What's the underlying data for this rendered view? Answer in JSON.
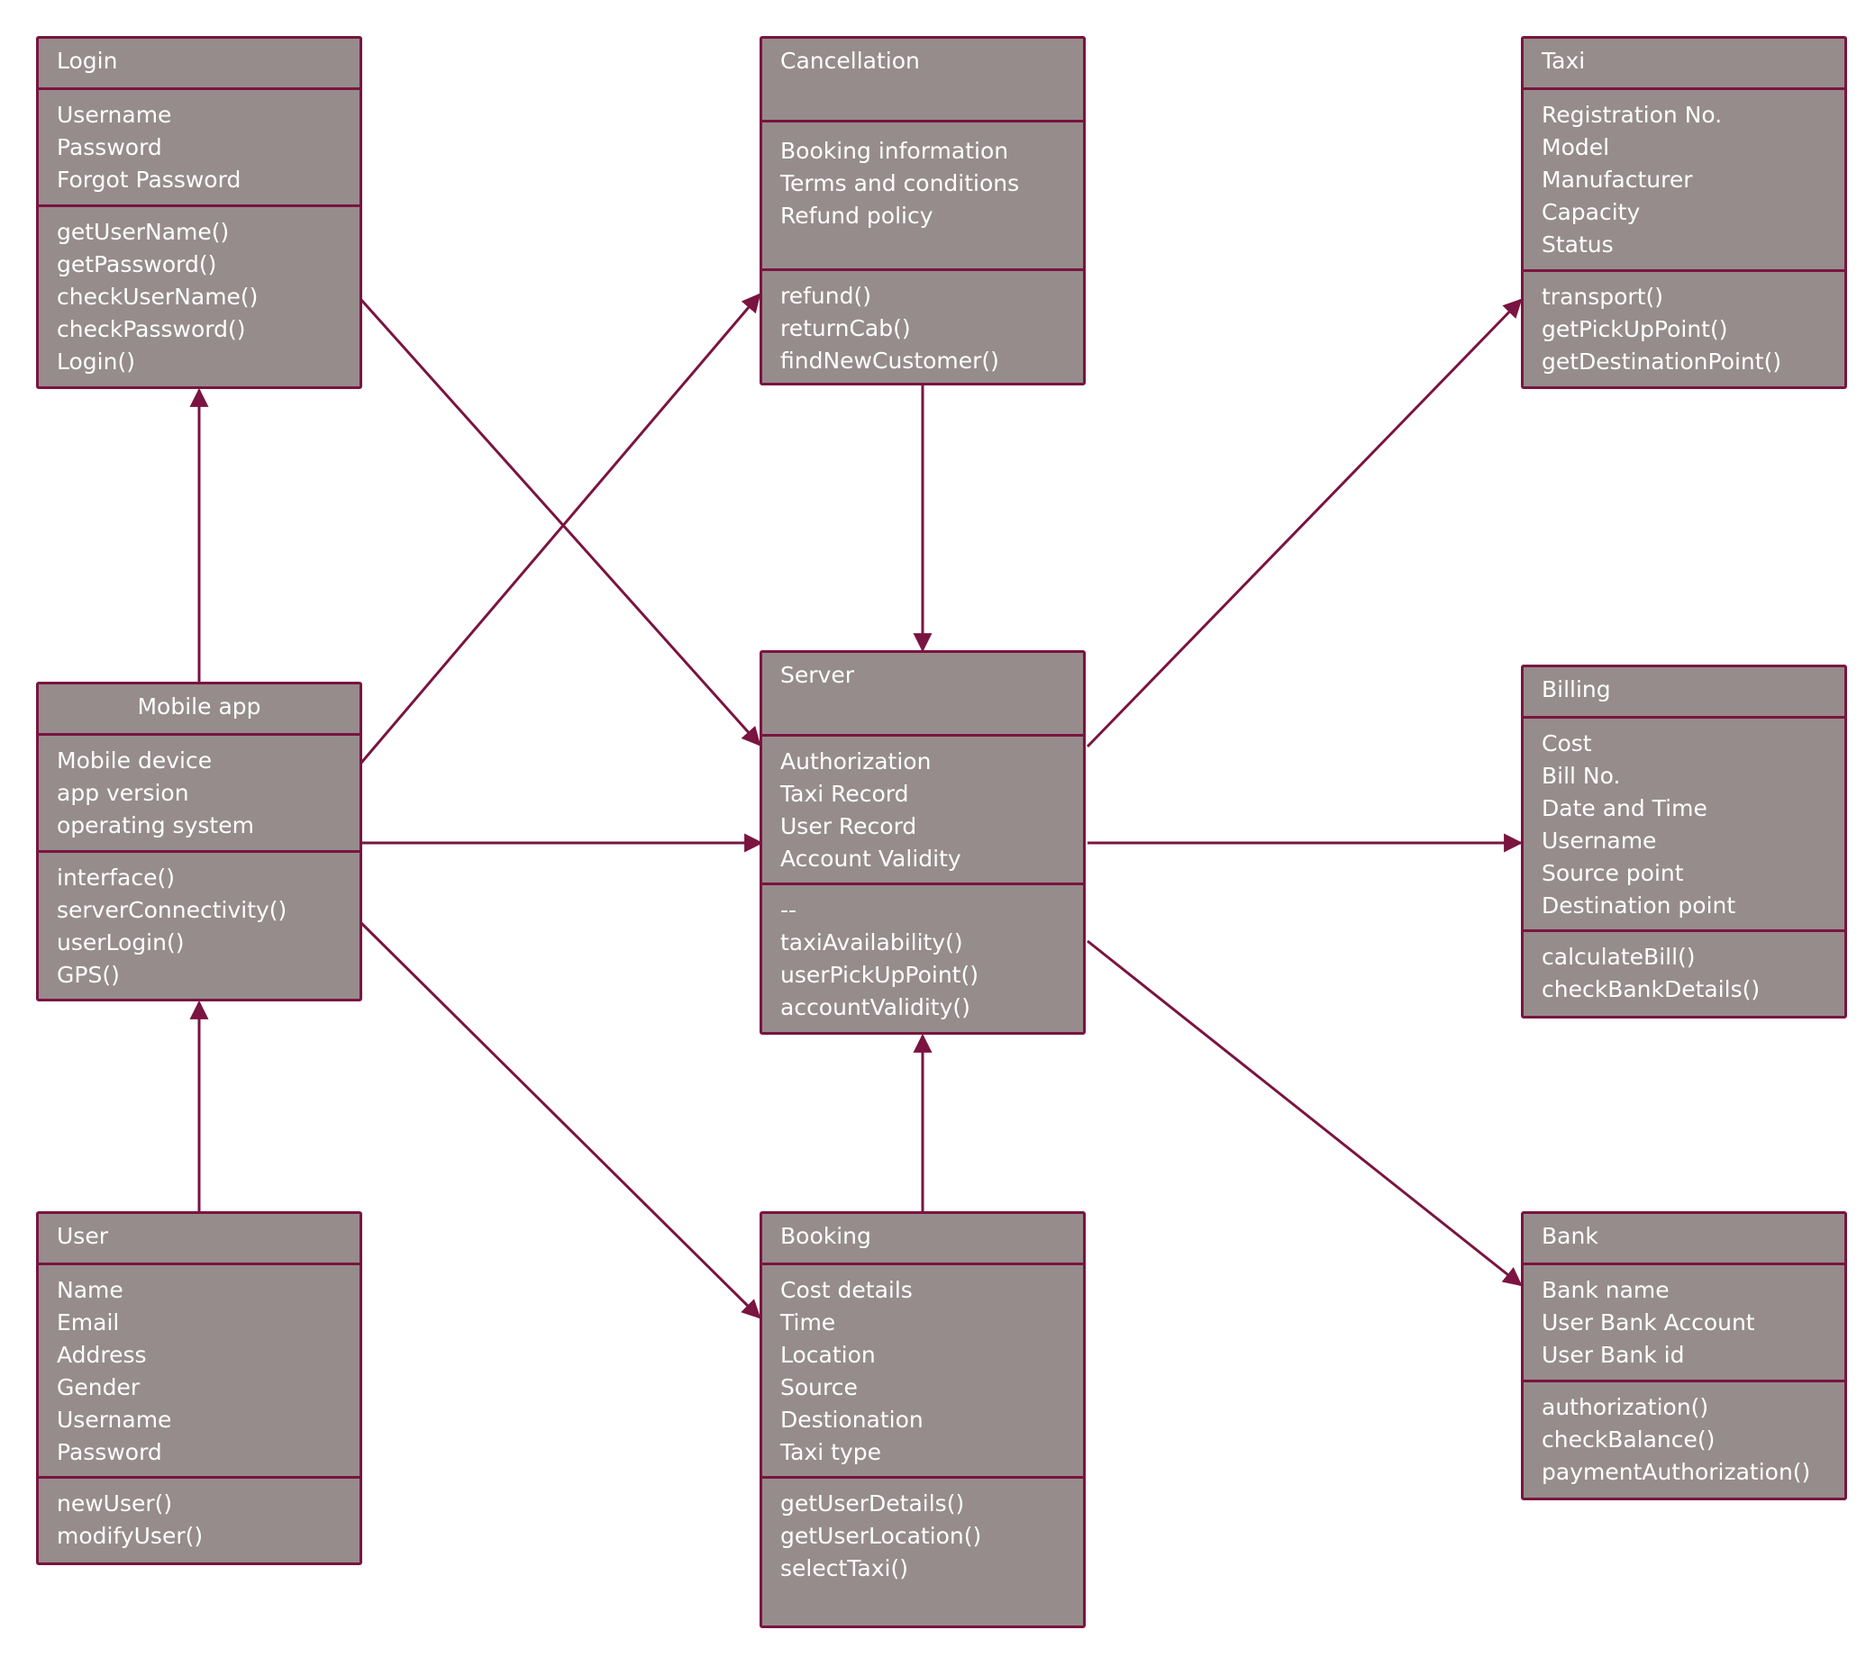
{
  "colors": {
    "box_fill": "#968c8c",
    "border": "#7a1440",
    "text": "#ffffff",
    "edge": "#7a1440"
  },
  "classes": {
    "login": {
      "name": "Login",
      "attributes": [
        "Username",
        "Password",
        "Forgot Password"
      ],
      "methods": [
        "getUserName()",
        "getPassword()",
        "checkUserName()",
        "checkPassword()",
        "Login()"
      ]
    },
    "cancellation": {
      "name": "Cancellation",
      "attributes": [
        "Booking information",
        "Terms and conditions",
        "Refund policy"
      ],
      "methods": [
        "refund()",
        "returnCab()",
        "findNewCustomer()"
      ]
    },
    "taxi": {
      "name": "Taxi",
      "attributes": [
        "Registration No.",
        "Model",
        "Manufacturer",
        "Capacity",
        "Status"
      ],
      "methods": [
        "transport()",
        "getPickUpPoint()",
        "getDestinationPoint()"
      ]
    },
    "mobile_app": {
      "name": "Mobile app",
      "attributes": [
        "Mobile device",
        "app version",
        "operating system"
      ],
      "methods": [
        "interface()",
        "serverConnectivity()",
        "userLogin()",
        "GPS()"
      ]
    },
    "server": {
      "name": "Server",
      "attributes": [
        "Authorization",
        "Taxi Record",
        "User Record",
        "Account Validity"
      ],
      "methods": [
        "--",
        "taxiAvailability()",
        "userPickUpPoint()",
        "accountValidity()"
      ]
    },
    "billing": {
      "name": "Billing",
      "attributes": [
        "Cost",
        "Bill No.",
        "Date and Time",
        "Username",
        "Source point",
        "Destination point"
      ],
      "methods": [
        "calculateBill()",
        "checkBankDetails()"
      ]
    },
    "user": {
      "name": "User",
      "attributes": [
        "Name",
        "Email",
        "Address",
        "Gender",
        "Username",
        "Password"
      ],
      "methods": [
        "newUser()",
        "modifyUser()"
      ]
    },
    "booking": {
      "name": "Booking",
      "attributes": [
        "Cost details",
        "Time",
        "Location",
        "Source",
        "Destionation",
        "Taxi type"
      ],
      "methods": [
        "getUserDetails()",
        "getUserLocation()",
        "selectTaxi()"
      ]
    },
    "bank": {
      "name": "Bank",
      "attributes": [
        "Bank name",
        "User Bank Account",
        "User Bank id"
      ],
      "methods": [
        "authorization()",
        "checkBalance()",
        "paymentAuthorization()"
      ]
    }
  },
  "edges": [
    {
      "from": "mobile_app",
      "to": "login"
    },
    {
      "from": "user",
      "to": "mobile_app"
    },
    {
      "from": "mobile_app",
      "to": "cancellation"
    },
    {
      "from": "login",
      "to": "server"
    },
    {
      "from": "mobile_app",
      "to": "server"
    },
    {
      "from": "mobile_app",
      "to": "booking"
    },
    {
      "from": "cancellation",
      "to": "server"
    },
    {
      "from": "booking",
      "to": "server"
    },
    {
      "from": "server",
      "to": "taxi"
    },
    {
      "from": "server",
      "to": "billing"
    },
    {
      "from": "server",
      "to": "bank"
    }
  ]
}
